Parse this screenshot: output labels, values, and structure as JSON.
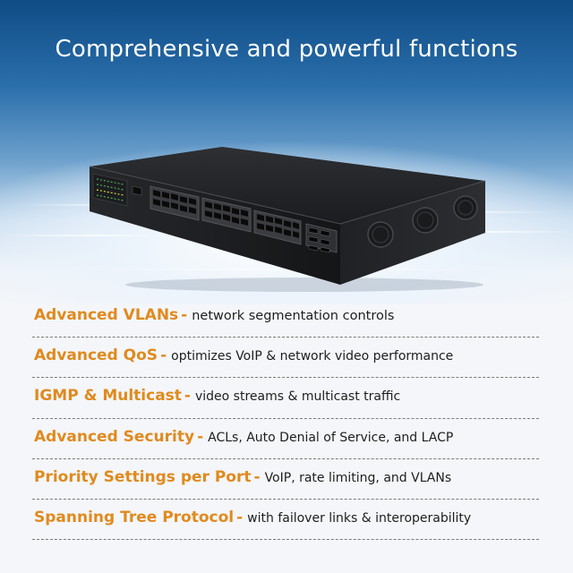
{
  "title": "Comprehensive and powerful functions",
  "separator": "-",
  "features": [
    {
      "highlight": "Advanced VLANs",
      "description": "network segmentation controls"
    },
    {
      "highlight": "Advanced QoS",
      "description": "optimizes VoIP & network video performance"
    },
    {
      "highlight": "IGMP & Multicast",
      "description": "video streams & multicast traffic"
    },
    {
      "highlight": "Advanced Security",
      "description": "ACLs, Auto Denial of Service, and LACP"
    },
    {
      "highlight": "Priority Settings per Port",
      "description": "VoIP, rate limiting, and VLANs"
    },
    {
      "highlight": "Spanning Tree Protocol",
      "description": "with failover links & interoperability"
    }
  ],
  "colors": {
    "highlight": "#e08a1e",
    "description": "#1e1e1e",
    "title": "#ffffff",
    "sky_top": "#0f4c86"
  },
  "device": {
    "rj45_port_groups": 3,
    "sfp_ports": 6,
    "fans": 3
  }
}
